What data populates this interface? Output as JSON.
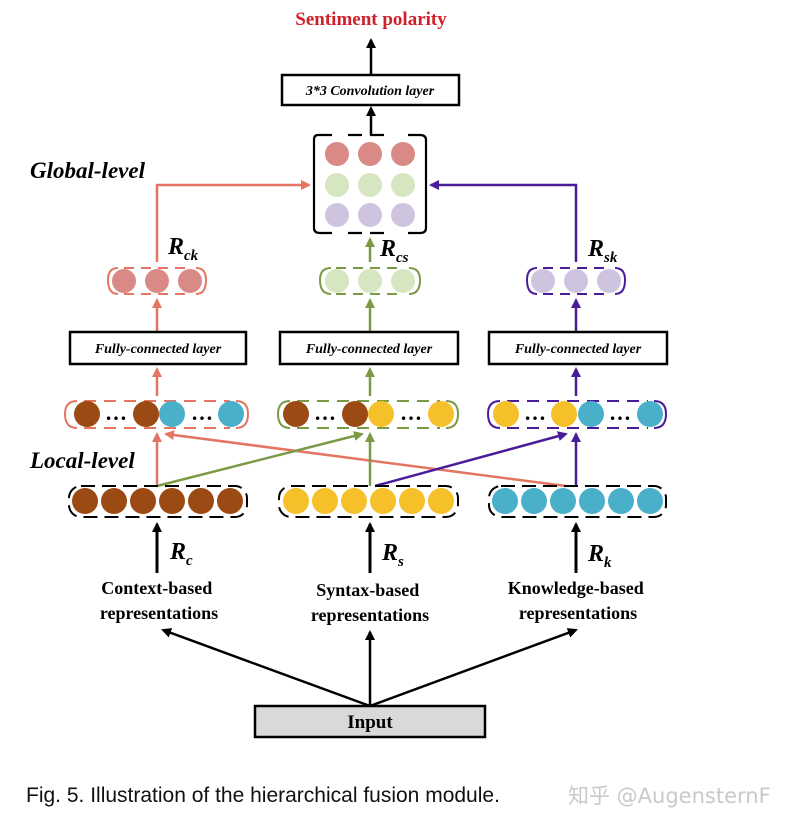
{
  "diagram": {
    "output_label": "Sentiment polarity",
    "conv_layer_label": "3*3 Convolution layer",
    "global_level_label": "Global-level",
    "local_level_label": "Local-level",
    "fc_layer_labels": [
      "Fully-connected layer",
      "Fully-connected layer",
      "Fully-connected layer"
    ],
    "global_reps": [
      {
        "base": "R",
        "sub": "ck"
      },
      {
        "base": "R",
        "sub": "cs"
      },
      {
        "base": "R",
        "sub": "sk"
      }
    ],
    "base_reps": [
      {
        "base": "R",
        "sub": "c"
      },
      {
        "base": "R",
        "sub": "s"
      },
      {
        "base": "R",
        "sub": "k"
      }
    ],
    "representations": [
      {
        "line1": "Context-based",
        "line2": "representations"
      },
      {
        "line1": "Syntax-based",
        "line2": "representations"
      },
      {
        "line1": "Knowledge-based",
        "line2": "representations"
      }
    ],
    "ellipsis": "…",
    "input_label": "Input"
  },
  "caption": "Fig. 5. Illustration of the hierarchical fusion module.",
  "watermark": "知乎 @AugensternF",
  "colors": {
    "context": "#9a4a12",
    "syntax": "#f5c02a",
    "knowledge": "#4aafc9",
    "ck_node": "#d98a86",
    "cs_node": "#d6e6c0",
    "sk_node": "#cfc4e0",
    "ck_line": "#e57563",
    "cs_line": "#7b9a45",
    "sk_line": "#4b1c9a",
    "output": "#d0202a",
    "input_fill": "#d9d9d9"
  }
}
